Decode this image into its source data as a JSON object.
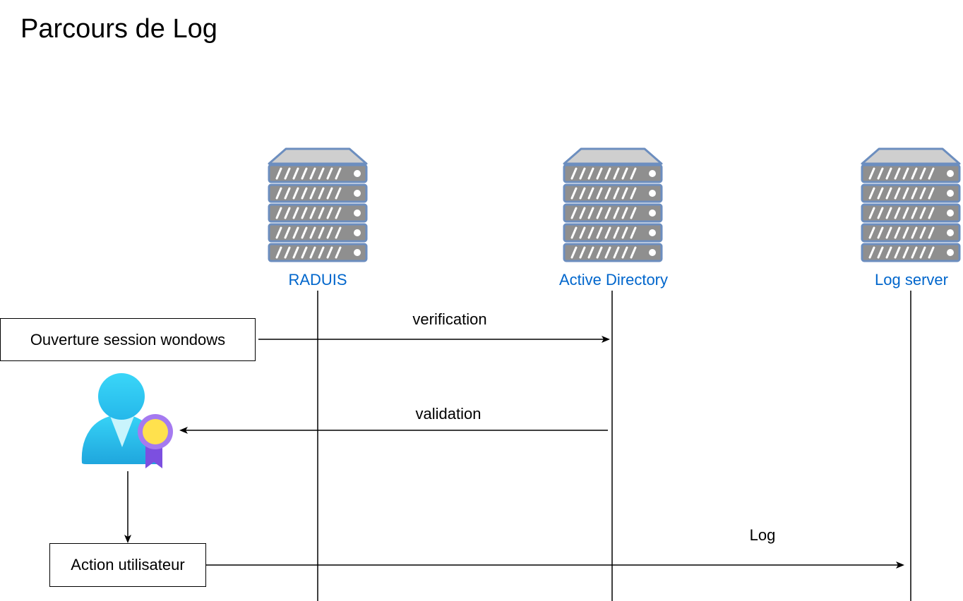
{
  "diagram": {
    "title": "Parcours de Log"
  },
  "servers": [
    {
      "label": "RADUIS",
      "icon": "server-rack-icon"
    },
    {
      "label": "Active Directory",
      "icon": "server-rack-icon"
    },
    {
      "label": "Log server",
      "icon": "server-rack-icon"
    }
  ],
  "nodes": {
    "session": {
      "label": "Ouverture session wondows"
    },
    "action": {
      "label": "Action utilisateur"
    },
    "user": {
      "icon": "user-certificate-icon"
    }
  },
  "messages": {
    "verification": {
      "label": "verification"
    },
    "validation": {
      "label": "validation"
    },
    "log": {
      "label": "Log"
    }
  },
  "colors": {
    "server_label": "#0066cc",
    "server_stroke": "#6c8ebf",
    "user_blue": "#32c5f0",
    "badge_gold": "#ffe14d",
    "badge_purple": "#8a5ce6",
    "line": "#000000"
  }
}
